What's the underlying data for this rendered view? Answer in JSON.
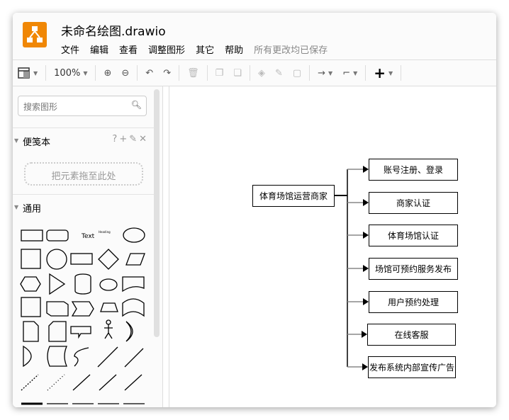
{
  "app": {
    "title": "未命名绘图.drawio",
    "logo": "drawio-logo",
    "accent": "#f08705"
  },
  "menu": [
    "文件",
    "编辑",
    "查看",
    "调整图形",
    "其它",
    "帮助"
  ],
  "save_status": "所有更改均已保存",
  "toolbar": {
    "zoom": "100%",
    "icons": [
      "format-panel-icon",
      "zoom-in-icon",
      "zoom-out-icon",
      "undo-icon",
      "redo-icon",
      "delete-icon",
      "to-front-icon",
      "to-back-icon",
      "fill-color-icon",
      "line-color-icon",
      "shadow-icon",
      "connection-icon",
      "waypoints-icon",
      "insert-plus-icon"
    ]
  },
  "sidebar": {
    "search_placeholder": "搜索图形",
    "scratchpad": {
      "title": "便笺本",
      "actions": "?+✎✕",
      "drop_hint": "把元素拖至此处"
    },
    "general": {
      "title": "通用",
      "shapes_text": "Text",
      "shapes_heading": "Heading"
    }
  },
  "diagram": {
    "root": "体育场馆运营商家",
    "children": [
      "账号注册、登录",
      "商家认证",
      "体育场馆认证",
      "场馆可预约服务发布",
      "用户预约处理",
      "在线客服",
      "发布系统内部宣传广告"
    ]
  }
}
